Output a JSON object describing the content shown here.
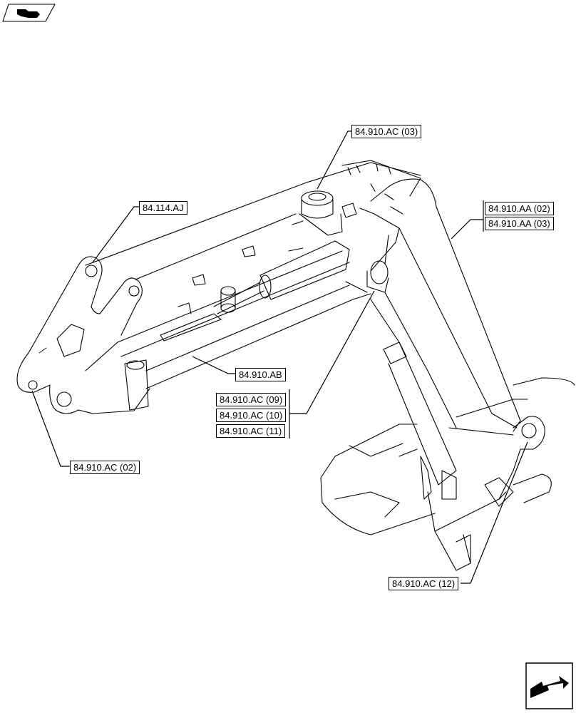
{
  "callouts": {
    "c_03": "84.910.AC (03)",
    "c_114": "84.114.AJ",
    "c_aa02": "84.910.AA (02)",
    "c_aa03": "84.910.AA (03)",
    "c_ab": "84.910.AB",
    "c_09": "84.910.AC (09)",
    "c_10": "84.910.AC (10)",
    "c_11": "84.910.AC (11)",
    "c_02": "84.910.AC (02)",
    "c_12": "84.910.AC (12)"
  },
  "icons": {
    "top_left": "machine-section-icon",
    "bottom_right": "navigation-arrow-icon"
  }
}
